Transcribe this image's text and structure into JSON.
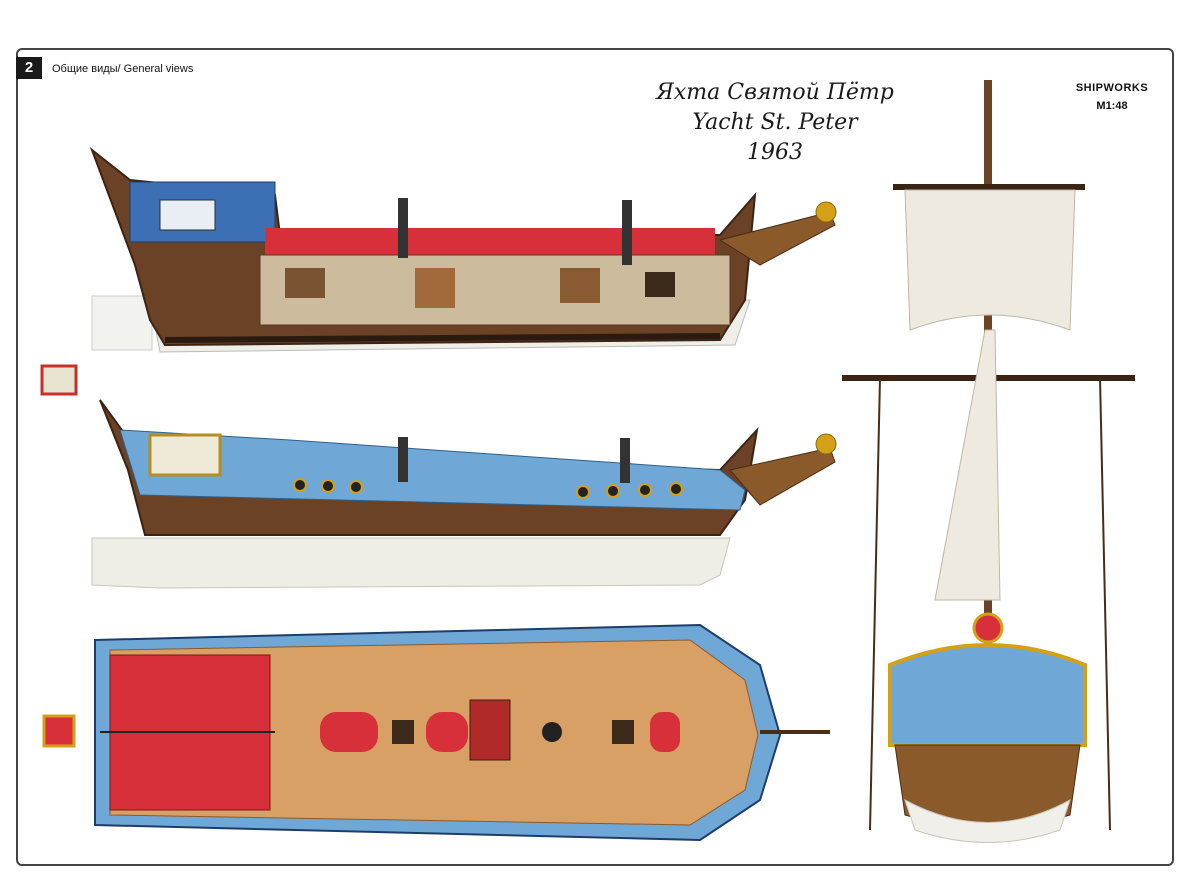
{
  "header": {
    "page_number": "2",
    "caption": "Общие виды/ General views"
  },
  "title": {
    "russian": "Яхта Святой Пётр",
    "english": "Yacht St. Peter",
    "year": "1963"
  },
  "brand": {
    "name": "SHIPWORKS",
    "scale": "M1:48"
  },
  "views": [
    "side-section-view",
    "side-exterior-view",
    "top-deck-view",
    "stern-front-view"
  ],
  "colors": {
    "hull_brown": "#6b4226",
    "hull_blue": "#6fa8d6",
    "deck_wood": "#d9a066",
    "rail_red": "#d8303a",
    "gold": "#d4a017",
    "sail": "#eeeae0",
    "underwater": "#f0efe9"
  }
}
